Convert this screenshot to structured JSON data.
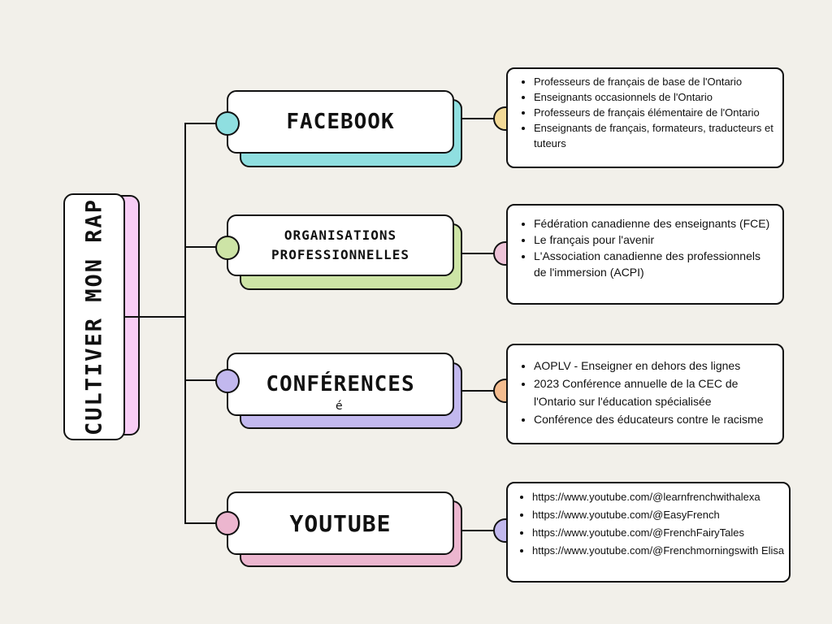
{
  "colors": {
    "background": "#f2f0ea",
    "root_shadow": "#f7cdf5",
    "facebook": "#8fdfe0",
    "organisations": "#cde4a6",
    "conferences": "#c2b8ee",
    "youtube": "#ecb6cf",
    "dot_yellow": "#f3da97",
    "dot_pink": "#eec3d8",
    "dot_orange": "#f4bc8f",
    "dot_purple": "#c2b8ee",
    "dot_teal": "#8fdfe0",
    "dot_green": "#cde4a6"
  },
  "root": {
    "title": "CULTIVER MON RAP"
  },
  "branches": [
    {
      "title": "FACEBOOK",
      "items": [
        "Professeurs de français de base de l'Ontario",
        "Enseignants occasionnels de l'Ontario",
        "Professeurs de français élémentaire de l'Ontario",
        "Enseignants de français, formateurs, traducteurs et tuteurs"
      ]
    },
    {
      "title": "ORGANISATIONS PROFESSIONNELLES",
      "items": [
        "Fédération canadienne des enseignants (FCE)",
        "Le français pour l'avenir",
        "L'Association canadienne des professionnels de l'immersion (ACPI)"
      ]
    },
    {
      "title": "CONFÉRENCES",
      "subnote": "é",
      "items": [
        "AOPLV - Enseigner en dehors des lignes",
        "2023 Conférence annuelle de la CEC de l'Ontario sur l'éducation spécialisée",
        "Conférence des éducateurs contre le racisme"
      ]
    },
    {
      "title": "YOUTUBE",
      "items": [
        "https://www.youtube.com/@learnfrenchwithalexa",
        "https://www.youtube.com/@EasyFrench",
        "https://www.youtube.com/@FrenchFairyTales",
        "https://www.youtube.com/@Frenchmorningswith Elisa"
      ]
    }
  ]
}
